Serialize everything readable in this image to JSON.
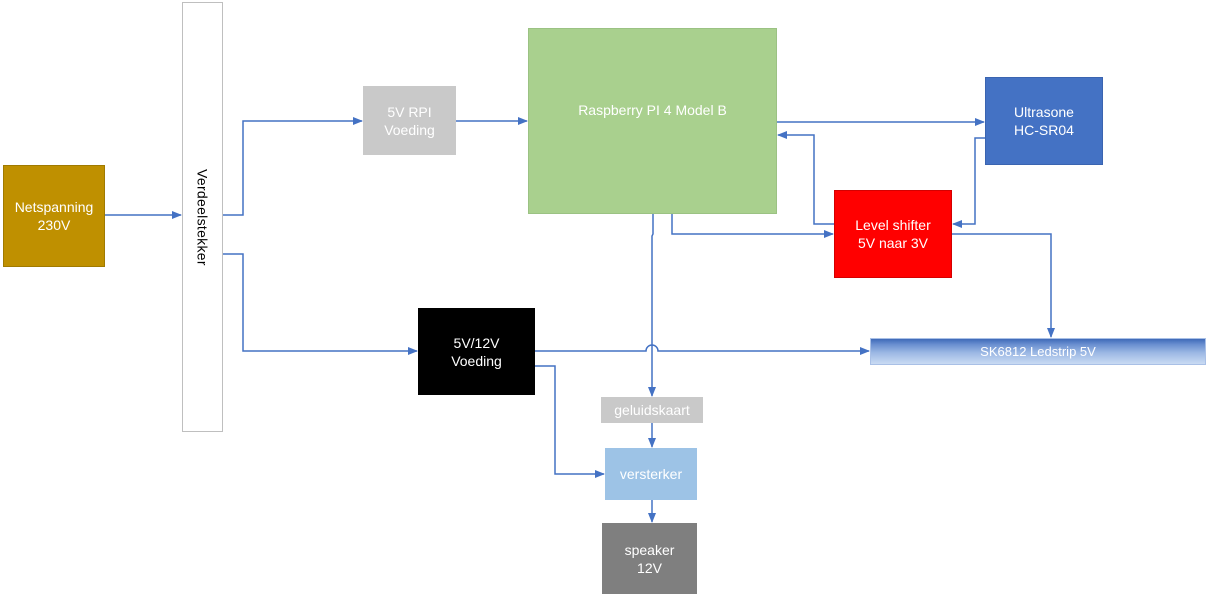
{
  "diagram": {
    "nodes": {
      "netspanning": {
        "lines": [
          "Netspanning",
          "230V"
        ],
        "color": "#bf9000"
      },
      "verdeelstekker": {
        "label": "Verdeelstekker",
        "color": "#ffffff"
      },
      "rpi_voeding": {
        "lines": [
          "5V RPI",
          "Voeding"
        ],
        "color": "#c9c9c9"
      },
      "raspberry": {
        "label": "Raspberry PI 4 Model B",
        "color": "#a9d08e"
      },
      "ultrasone": {
        "lines": [
          "Ultrasone",
          "HC-SR04"
        ],
        "color": "#4472c4"
      },
      "level_shifter": {
        "lines": [
          "Level shifter",
          "5V naar 3V"
        ],
        "color": "#ff0000"
      },
      "ledstrip": {
        "label": "SK6812 Ledstrip 5V",
        "color": "#6a8fd0"
      },
      "psu": {
        "lines": [
          "5V/12V",
          "Voeding"
        ],
        "color": "#000000"
      },
      "geluidskaart": {
        "label": "geluidskaart",
        "color": "#c9c9c9"
      },
      "versterker": {
        "label": "versterker",
        "color": "#9dc3e6"
      },
      "speaker": {
        "lines": [
          "speaker",
          "12V"
        ],
        "color": "#7f7f7f"
      }
    },
    "connections": [
      {
        "from": "netspanning",
        "to": "verdeelstekker"
      },
      {
        "from": "verdeelstekker",
        "to": "rpi_voeding"
      },
      {
        "from": "rpi_voeding",
        "to": "raspberry"
      },
      {
        "from": "raspberry",
        "to": "ultrasone"
      },
      {
        "from": "ultrasone",
        "to": "level_shifter"
      },
      {
        "from": "level_shifter",
        "to": "raspberry"
      },
      {
        "from": "raspberry",
        "to": "level_shifter"
      },
      {
        "from": "level_shifter",
        "to": "ledstrip"
      },
      {
        "from": "verdeelstekker",
        "to": "psu"
      },
      {
        "from": "psu",
        "to": "ledstrip"
      },
      {
        "from": "raspberry",
        "to": "geluidskaart"
      },
      {
        "from": "geluidskaart",
        "to": "versterker"
      },
      {
        "from": "psu",
        "to": "versterker"
      },
      {
        "from": "versterker",
        "to": "speaker"
      }
    ],
    "wire_color": "#4472c4"
  }
}
